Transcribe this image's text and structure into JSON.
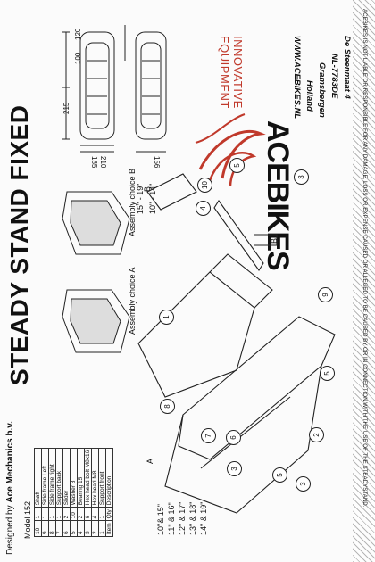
{
  "title": "STEADY STAND FIXED",
  "designed_by_prefix": "Designed by",
  "designed_by_company": "Ace Mechanics b.v.",
  "model": "Model 152",
  "parts_table": {
    "rows": [
      {
        "item": "10",
        "qty": "1",
        "description": "Shaft"
      },
      {
        "item": "9",
        "qty": "1",
        "description": "Side frame Left"
      },
      {
        "item": "8",
        "qty": "1",
        "description": "Side frame right"
      },
      {
        "item": "7",
        "qty": "1",
        "description": "Support back"
      },
      {
        "item": "6",
        "qty": "2",
        "description": "Slider"
      },
      {
        "item": "5",
        "qty": "10",
        "description": "Washer 8"
      },
      {
        "item": "4",
        "qty": "2",
        "description": "Bearing 15"
      },
      {
        "item": "3",
        "qty": "6",
        "description": "Hex head bolt M8x16"
      },
      {
        "item": "2",
        "qty": "4",
        "description": "Hex head M8"
      },
      {
        "item": "1",
        "qty": "1",
        "description": "Support front"
      }
    ],
    "header": {
      "item": "Item",
      "qty": "Qty",
      "description": "Description"
    }
  },
  "assembly_a_label": "Assembly choice A",
  "assembly_b_label": "Assembly choice B",
  "size_labels_a": [
    "10\"& 15\"",
    "11\" & 16\"",
    "12\" & 17\"",
    "13\" & 18\"",
    "14\" & 19\""
  ],
  "size_labels_b": [
    "15\" - 19\"",
    "10\" - 14\""
  ],
  "letter_a": "A",
  "letter_b": "B",
  "part_callouts": [
    "1",
    "2",
    "3",
    "4",
    "5",
    "6",
    "7",
    "8",
    "9",
    "10"
  ],
  "dimensions": {
    "d120": "120",
    "d100": "100",
    "d215": "215",
    "d185": "185",
    "d210": "210",
    "d156": "156"
  },
  "brand": {
    "innovative": "INNOVATIVE",
    "equipment": "EQUIPMENT",
    "name": "ACEBIKES",
    "accent_color": "#c0392b"
  },
  "address": [
    "De Steenmaat 4",
    "NL-7783DE",
    "Gramsbergen",
    "Holland",
    "WWW.ACEBIKES.NL"
  ],
  "disclaimer": "ACEBIKES IS NOT LIABLE OR RESPONSIBLE FOR ANY DAMAGE, LOSS OR EXPENSE CAUSED OR ALLEGED TO BE CAUSED BY OR IN CONNECTION WITH THE USE OF THE STEADYSTAND."
}
